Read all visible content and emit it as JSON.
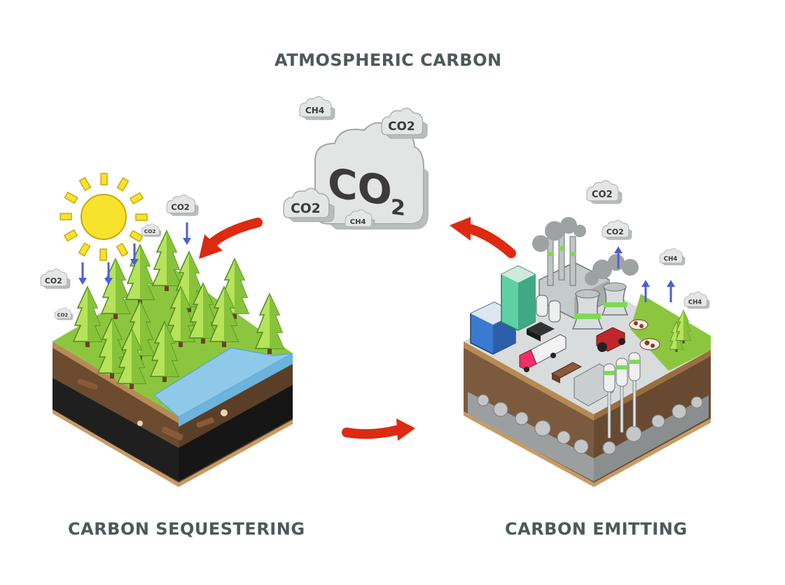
{
  "labels": {
    "atmospheric": "ATMOSPHERIC CARBON",
    "sequestering": "CARBON SEQUESTERING",
    "emitting": "CARBON EMITTING"
  },
  "clouds": {
    "co2": "CO2",
    "ch4": "CH4"
  },
  "colors": {
    "label_text": "#4d5959",
    "arrow": "#dd2a10",
    "down_arrow": "#4b5fd6",
    "grass": "#8cc63f",
    "water": "#8ec9ea",
    "soil": "#7a5a40",
    "coal": "#222222",
    "sun": "#f7e32c",
    "cloud": "#e2e3e3"
  },
  "icons": [
    "sun-icon",
    "cloud-icon",
    "tree-icon",
    "factory-icon",
    "truck-icon",
    "tractor-icon",
    "cow-icon",
    "arrow-icon"
  ]
}
